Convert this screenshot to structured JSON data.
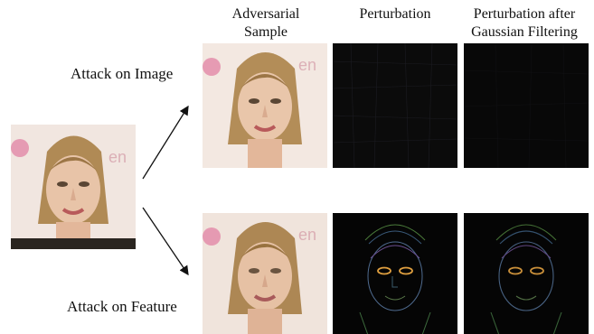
{
  "column_headers": {
    "adversarial_line1": "Adversarial",
    "adversarial_line2": "Sample",
    "perturbation": "Perturbation",
    "filtered_line1": "Perturbation after",
    "filtered_line2": "Gaussian Filtering"
  },
  "rows": {
    "image_attack": "Attack on Image",
    "feature_attack": "Attack on Feature"
  },
  "colors": {
    "background": "#ffffff",
    "text": "#111111",
    "arrow": "#111111",
    "photo_bg": "#f1e6e0",
    "photo_pink": "#e07aa0",
    "hair": "#b08a55",
    "skin": "#e8c4a8",
    "perturb_bg": "#0a0a0a"
  }
}
